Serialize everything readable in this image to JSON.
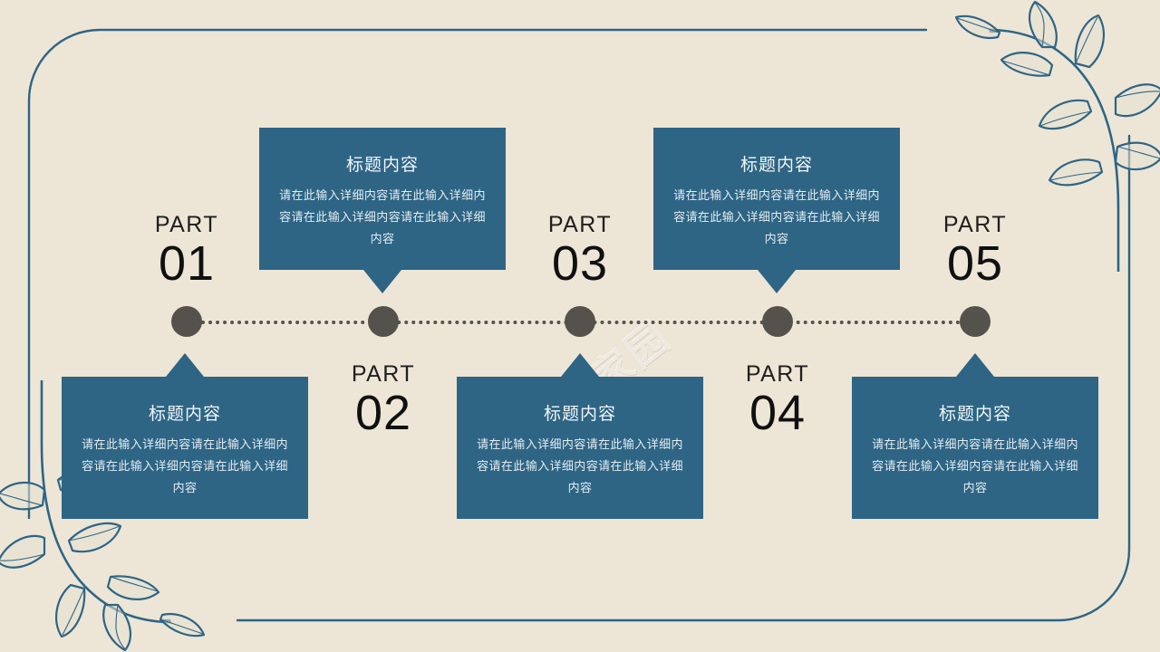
{
  "slide": {
    "background_color": "#EDE5D6",
    "accent_color": "#2E6585",
    "dot_color": "#55524E",
    "watermark_text": "PPT家园"
  },
  "timeline": {
    "line_style": "dotted",
    "dot_count": 5
  },
  "steps": [
    {
      "part_word": "PART",
      "part_number": "01",
      "position": "below-line",
      "card_position": "below-line",
      "card_title": "标题内容",
      "card_body": "请在此输入详细内容请在此输入详细内容请在此输入详细内容请在此输入详细内容"
    },
    {
      "part_word": "PART",
      "part_number": "02",
      "position": "below-line",
      "card_position": "above-line",
      "card_title": "标题内容",
      "card_body": "请在此输入详细内容请在此输入详细内容请在此输入详细内容请在此输入详细内容"
    },
    {
      "part_word": "PART",
      "part_number": "03",
      "position": "above-line",
      "card_position": "below-line",
      "card_title": "标题内容",
      "card_body": "请在此输入详细内容请在此输入详细内容请在此输入详细内容请在此输入详细内容"
    },
    {
      "part_word": "PART",
      "part_number": "04",
      "position": "below-line",
      "card_position": "above-line",
      "card_title": "标题内容",
      "card_body": "请在此输入详细内容请在此输入详细内容请在此输入详细内容请在此输入详细内容"
    },
    {
      "part_word": "PART",
      "part_number": "05",
      "position": "above-line",
      "card_position": "below-line",
      "card_title": "标题内容",
      "card_body": "请在此输入详细内容请在此输入详细内容请在此输入详细内容请在此输入详细内容"
    }
  ],
  "decorations": {
    "frame_label": "rounded-border-frame",
    "leaf_top_right": "leaf-branch-icon",
    "leaf_bottom_left": "leaf-branch-icon"
  }
}
